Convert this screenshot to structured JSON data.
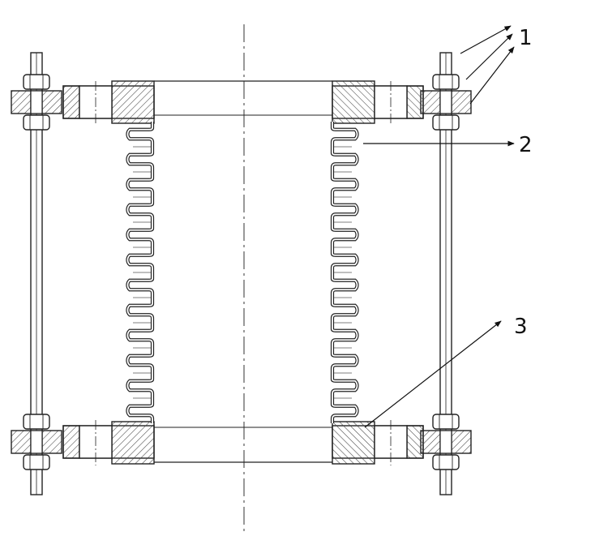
{
  "callouts": [
    {
      "id": "1",
      "text": "1"
    },
    {
      "id": "2",
      "text": "2"
    },
    {
      "id": "3",
      "text": "3"
    }
  ],
  "convolutions": 12,
  "colors": {
    "ink": "#222222",
    "hatch": "#444444",
    "background": "#ffffff"
  }
}
